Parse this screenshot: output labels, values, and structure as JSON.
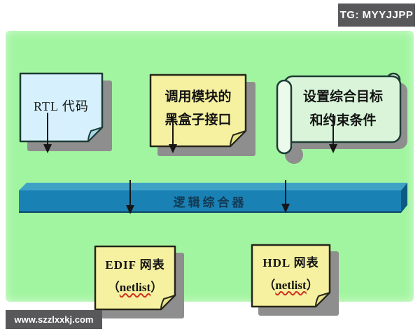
{
  "badge": {
    "label": "TG: MYYJJPP"
  },
  "watermark": {
    "label": "www.szzlxxkj.com"
  },
  "nodes": {
    "rtl": {
      "label": "RTL 代码"
    },
    "blackbox": {
      "line1": "调用模块的",
      "line2": "黑盒子接口"
    },
    "constraints": {
      "line1": "设置综合目标",
      "line2": "和约束条件"
    },
    "synthesizer": {
      "label": "逻辑综合器"
    },
    "edif": {
      "line1": "EDIF 网表",
      "paren_open": "（",
      "word": "netlist",
      "paren_close": "）"
    },
    "hdl": {
      "line1": "HDL 网表",
      "paren_open": "（",
      "word": "netlist",
      "paren_close": "）"
    }
  },
  "connections": [
    {
      "from": "rtl",
      "to": "synthesizer"
    },
    {
      "from": "blackbox",
      "to": "synthesizer"
    },
    {
      "from": "constraints",
      "to": "synthesizer"
    },
    {
      "from": "synthesizer",
      "to": "edif"
    },
    {
      "from": "synthesizer",
      "to": "hdl"
    }
  ],
  "colors": {
    "panel_green": "#a2f5a0",
    "note_blue": "#d6f1fd",
    "note_yellow": "#f6f1a0",
    "scroll_green": "#d9f4d9",
    "bar_blue_front": "#1a81b4",
    "bar_blue_top": "#3ea1c6",
    "bar_blue_side": "#0d5a82",
    "bar_text": "#123a55",
    "shadow_gray": "#8e8e8e",
    "badge_gray": "#58585a",
    "squiggle_red": "#d03020",
    "arrow_black": "#161616"
  }
}
